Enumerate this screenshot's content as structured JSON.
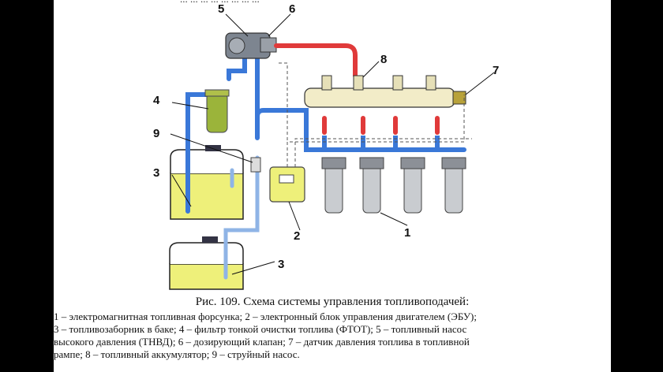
{
  "top_fragment": "... ... ... ... ... ... ... ...",
  "labels": {
    "n1": "1",
    "n2": "2",
    "n3a": "3",
    "n3b": "3",
    "n4": "4",
    "n5": "5",
    "n6": "6",
    "n7": "7",
    "n8": "8",
    "n9": "9"
  },
  "caption": "Рис. 109. Схема системы управления топливоподачей:",
  "legend_lines": [
    "1 – электромагнитная топливная форсунка; 2 – электронный блок управления двигателем (ЭБУ);",
    "3 – топливозаборник в баке; 4 – фильтр тонкой очистки топлива (ФТОТ); 5 – топливный насос",
    "высокого давления (ТНВД); 6 – дозирующий клапан; 7 – датчик давления топлива в топливной",
    "рампе; 8 – топливный аккумулятор; 9 – струйный насос."
  ],
  "colors": {
    "high_pressure": "#e03a3a",
    "low_pressure": "#3a78d8",
    "return_line": "#8fb4e6",
    "fuel": "#eef07a",
    "rail": "#f2ecc8"
  }
}
